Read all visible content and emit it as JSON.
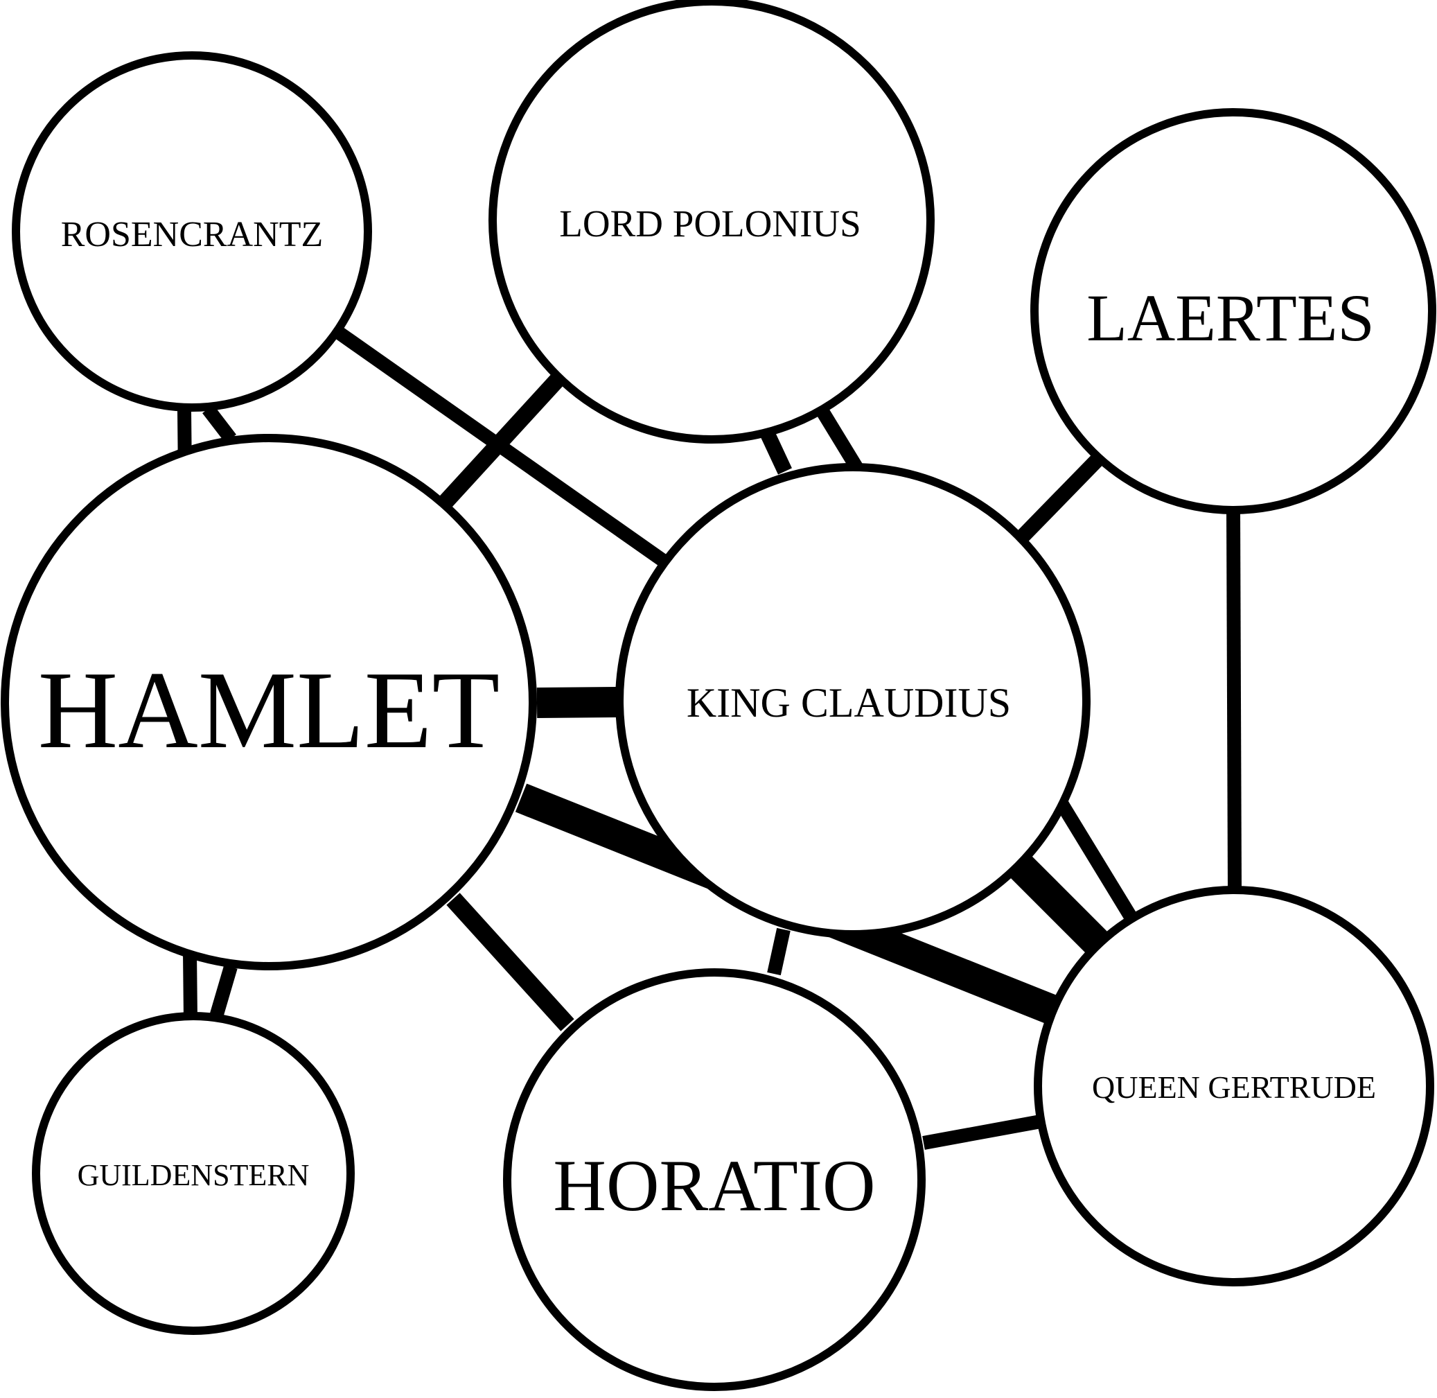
{
  "diagram": {
    "nodes": [
      {
        "id": "hamlet",
        "label": "HAMLET"
      },
      {
        "id": "rosencrantz",
        "label": "ROSENCRANTZ"
      },
      {
        "id": "polonius",
        "label": "LORD POLONIUS"
      },
      {
        "id": "laertes",
        "label": "LAERTES"
      },
      {
        "id": "claudius",
        "label": "KING CLAUDIUS"
      },
      {
        "id": "guildenstern",
        "label": "GUILDENSTERN"
      },
      {
        "id": "horatio",
        "label": "HORATIO"
      },
      {
        "id": "gertrude",
        "label": "QUEEN GERTRUDE"
      }
    ],
    "edges": [
      {
        "from": "rosencrantz",
        "to": "guildenstern"
      },
      {
        "from": "rosencrantz",
        "to": "hamlet"
      },
      {
        "from": "rosencrantz",
        "to": "claudius"
      },
      {
        "from": "polonius",
        "to": "hamlet"
      },
      {
        "from": "polonius",
        "to": "claudius"
      },
      {
        "from": "polonius",
        "to": "gertrude"
      },
      {
        "from": "laertes",
        "to": "claudius"
      },
      {
        "from": "laertes",
        "to": "gertrude"
      },
      {
        "from": "hamlet",
        "to": "claudius"
      },
      {
        "from": "hamlet",
        "to": "gertrude"
      },
      {
        "from": "hamlet",
        "to": "horatio"
      },
      {
        "from": "hamlet",
        "to": "guildenstern"
      },
      {
        "from": "claudius",
        "to": "gertrude"
      },
      {
        "from": "claudius",
        "to": "horatio"
      },
      {
        "from": "horatio",
        "to": "gertrude"
      }
    ]
  }
}
